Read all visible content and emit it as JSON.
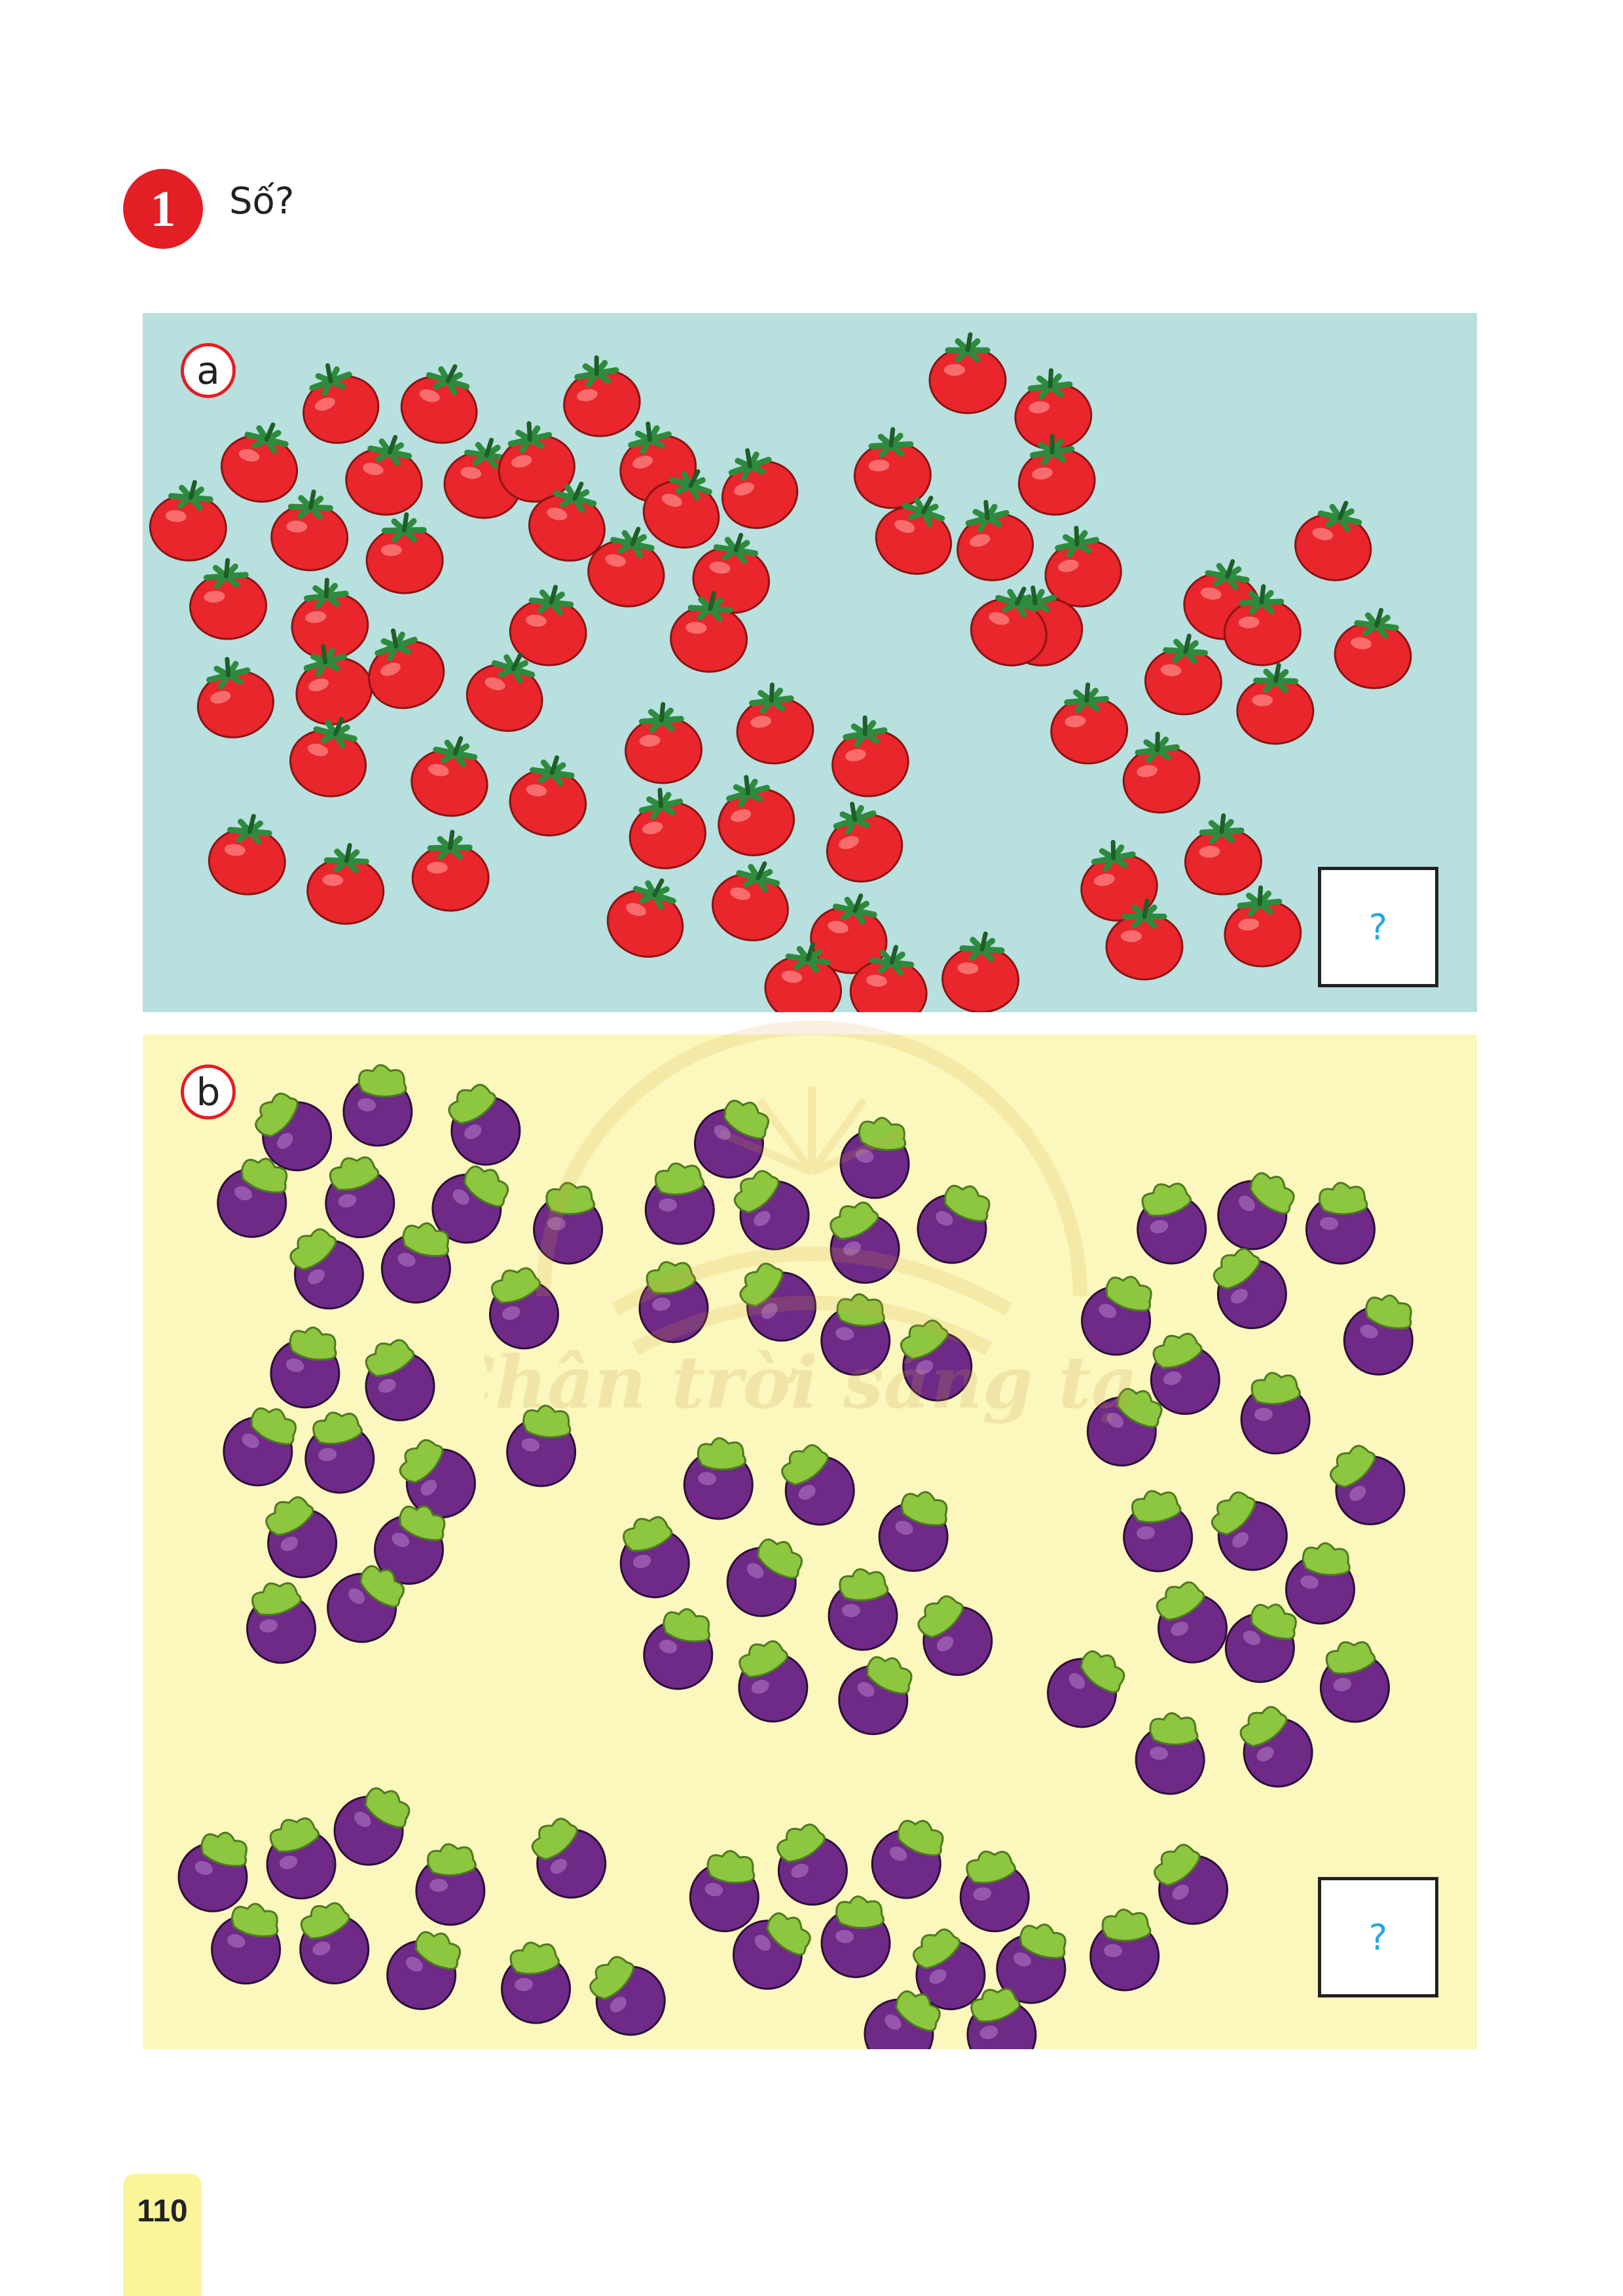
{
  "exercise": {
    "number": "1",
    "instruction": "Số?"
  },
  "part_a": {
    "label": "a",
    "fruit": "tomato-icon",
    "answer_placeholder": "?",
    "colors": {
      "background": "#b7e0df",
      "fruit": "#e8262b",
      "leaf": "#2e8b3e"
    }
  },
  "part_b": {
    "label": "b",
    "fruit": "mangosteen-icon",
    "answer_placeholder": "?",
    "colors": {
      "background": "#fbf7bd",
      "fruit": "#6e2a86",
      "leaf": "#8dc63f"
    }
  },
  "watermark": {
    "text": "Chân trời sáng tạo"
  },
  "page_number": "110"
}
